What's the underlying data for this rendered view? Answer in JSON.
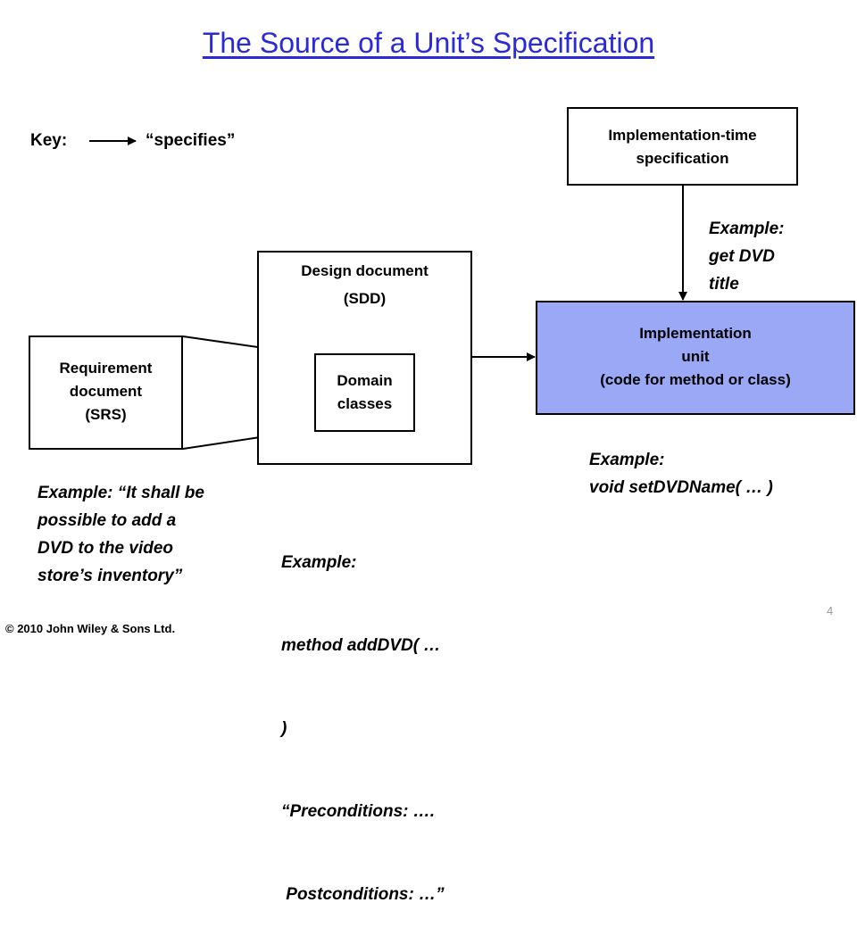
{
  "title": "The Source of a Unit’s Specification",
  "key": {
    "label": "Key:",
    "meaning": "“specifies”"
  },
  "boxes": {
    "implementation_time_spec": [
      "Implementation-time",
      "specification"
    ],
    "design_document": [
      "Design document",
      "(SDD)"
    ],
    "domain_classes": [
      "Domain",
      "classes"
    ],
    "requirement_document": [
      "Requirement",
      "document",
      "(SRS)"
    ],
    "implementation_unit": [
      "Implementation",
      "unit",
      "(code for method or class)"
    ]
  },
  "examples": {
    "impl_time": [
      "Example:",
      "get DVD",
      "title"
    ],
    "unit": [
      "Example:",
      "void setDVDName( … )"
    ],
    "requirement": [
      "Example: “It shall be",
      "possible to add a",
      "DVD to the video",
      "store’s inventory”"
    ],
    "design": [
      "Example:",
      "method addDVD( …",
      ")",
      "“Preconditions: ….",
      " Postconditions: …”"
    ]
  },
  "footer": {
    "copyright": "© 2010 John Wiley & Sons Ltd.",
    "page_number": "4"
  },
  "colors": {
    "title": "#2a2ad6",
    "implementation_unit_fill": "#9aa8f5"
  }
}
